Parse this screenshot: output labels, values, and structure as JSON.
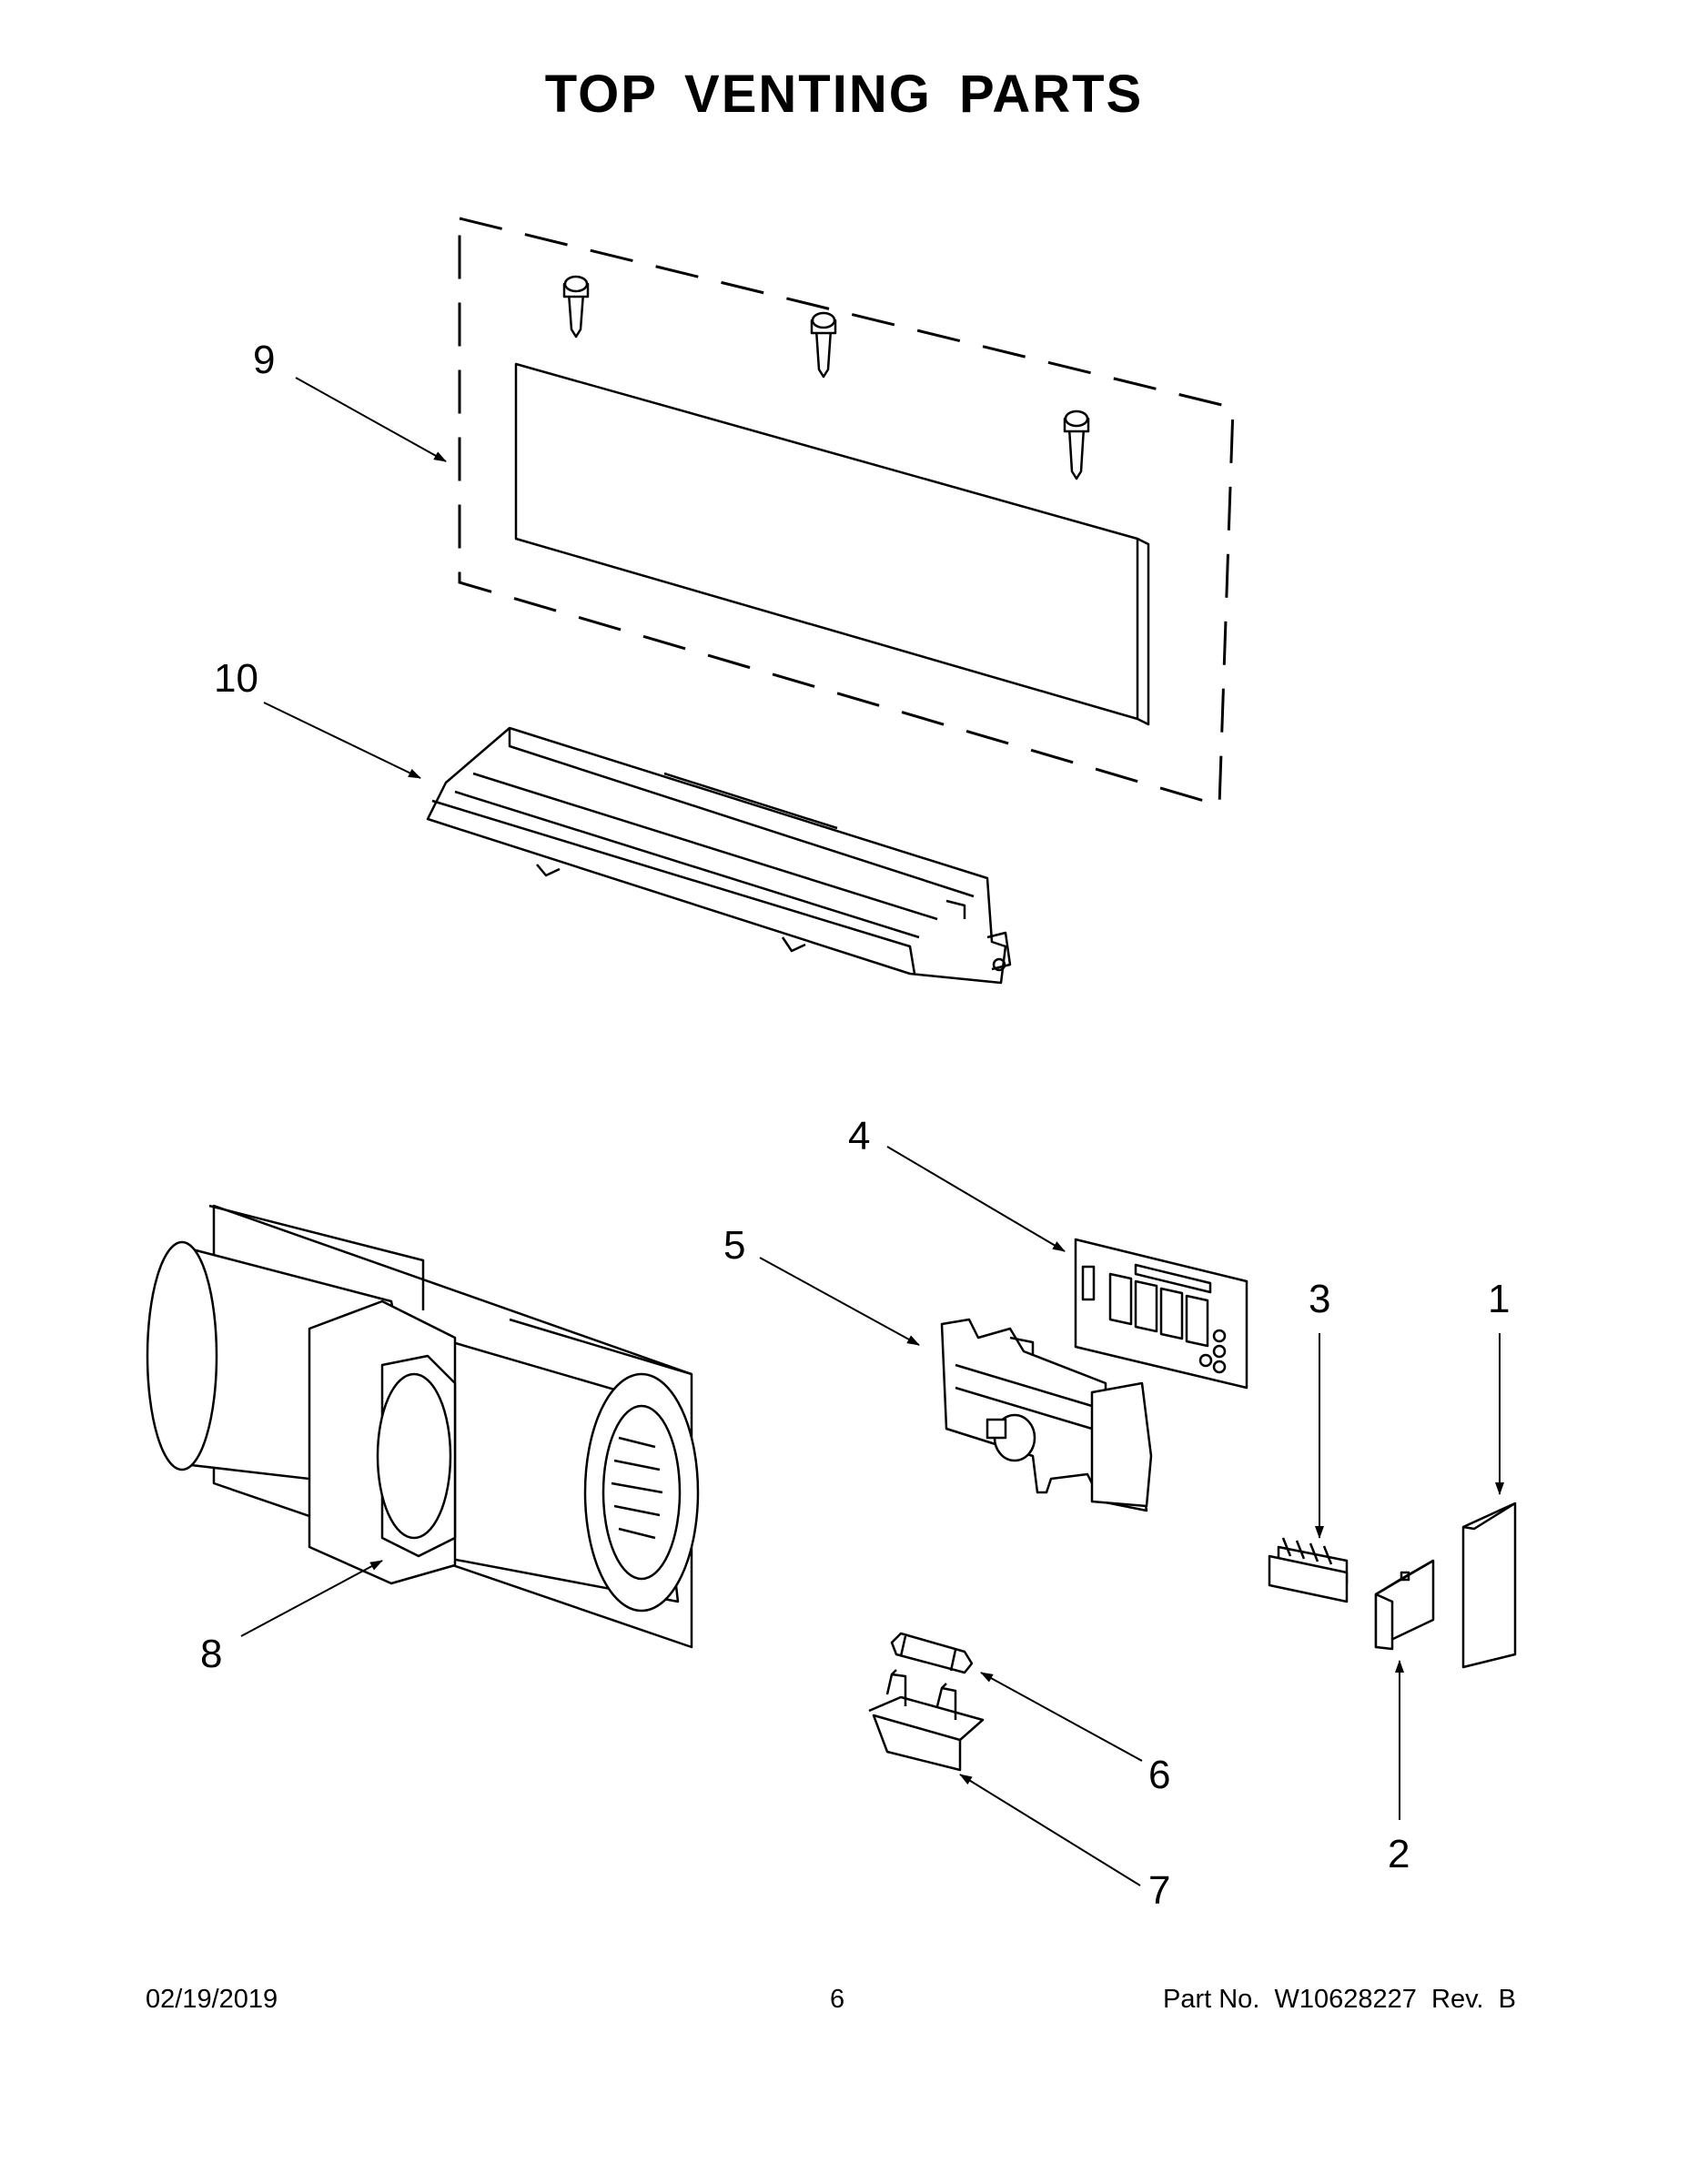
{
  "title": "TOP VENTING PARTS",
  "callouts": [
    {
      "id": "1",
      "label": "1"
    },
    {
      "id": "2",
      "label": "2"
    },
    {
      "id": "3",
      "label": "3"
    },
    {
      "id": "4",
      "label": "4"
    },
    {
      "id": "5",
      "label": "5"
    },
    {
      "id": "6",
      "label": "6"
    },
    {
      "id": "7",
      "label": "7"
    },
    {
      "id": "8",
      "label": "8"
    },
    {
      "id": "9",
      "label": "9"
    },
    {
      "id": "10",
      "label": "10"
    }
  ],
  "footer": {
    "date": "02/19/2019",
    "page": "6",
    "part_number": "Part No.  W10628227  Rev.  B"
  }
}
